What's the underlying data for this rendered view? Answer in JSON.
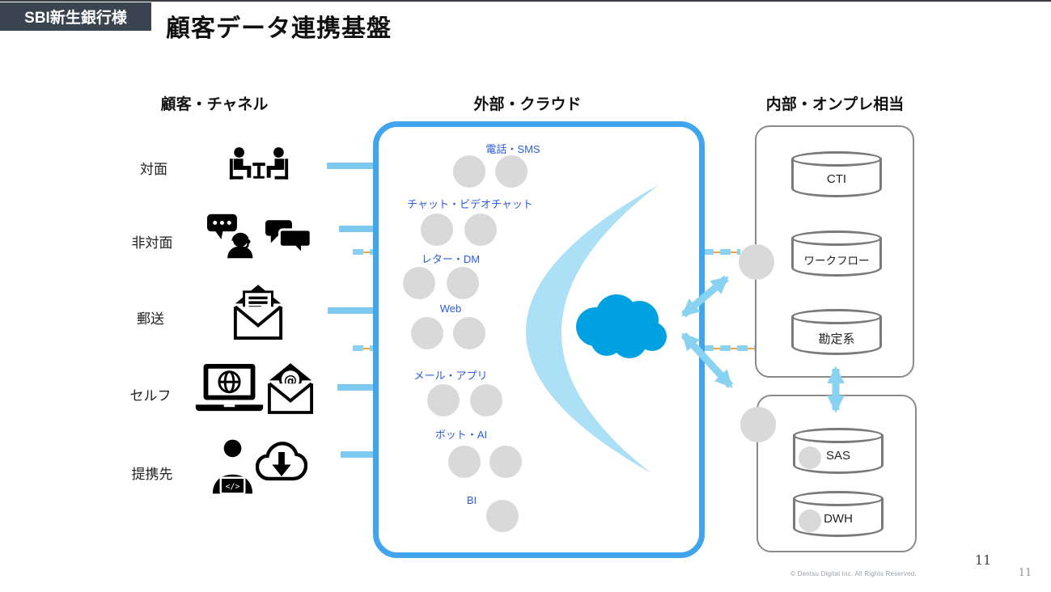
{
  "badge": "SBI新生銀行様",
  "title": "顧客データ連携基盤",
  "column_headers": {
    "left": "顧客・チャネル",
    "middle": "外部・クラウド",
    "right": "内部・オンプレ相当"
  },
  "channels": [
    {
      "label": "対面",
      "icons": [
        "meeting-icon"
      ]
    },
    {
      "label": "非対面",
      "icons": [
        "support-agent-icon",
        "chat-bubbles-icon"
      ]
    },
    {
      "label": "郵送",
      "icons": [
        "open-mail-icon"
      ]
    },
    {
      "label": "セルフ",
      "icons": [
        "laptop-globe-icon",
        "at-envelope-icon"
      ]
    },
    {
      "label": "提携先",
      "icons": [
        "developer-icon",
        "cloud-download-icon"
      ]
    }
  ],
  "cloud_box": {
    "services": [
      "電話・SMS",
      "チャット・ビデオチャット",
      "レター・DM",
      "Web",
      "メール・アプリ",
      "ボット・AI",
      "BI"
    ],
    "platform": "salesforce"
  },
  "internal": {
    "top_box_systems": [
      "CTI",
      "ワークフロー",
      "勘定系"
    ],
    "bottom_box_systems": [
      "SAS",
      "DWH"
    ]
  },
  "footer": {
    "copyright": "© Dentsu Digital Inc. All Rights Reserved.",
    "page_number": "11",
    "page_number_small": "11"
  },
  "colors": {
    "accent_blue": "#41A4EE",
    "light_blue": "#8AD2F1",
    "pale_blue": "#ABE0F7",
    "salesforce_blue": "#00A1E0",
    "circle_gray": "#D9D9D9",
    "service_label_blue": "#2D5BDF",
    "badge_bg": "#3A4450",
    "dash_underline_orange": "#F2A33C"
  }
}
